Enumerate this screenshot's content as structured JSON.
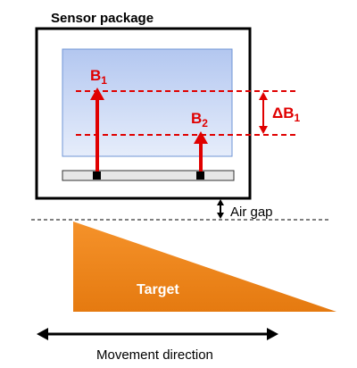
{
  "package": {
    "title": "Sensor package"
  },
  "labels": {
    "b1": "B",
    "b1_sub": "1",
    "b2": "B",
    "b2_sub": "2",
    "delta": "ΔB",
    "delta_sub": "1",
    "air_gap": "Air gap",
    "target": "Target",
    "movement": "Movement direction"
  },
  "colors": {
    "field_red": "#e00000",
    "target_orange": "#f28a1e",
    "sensor_fill_top": "#b7cbf2",
    "sensor_fill_bottom": "#e4ecfb",
    "package_border": "#000000"
  }
}
